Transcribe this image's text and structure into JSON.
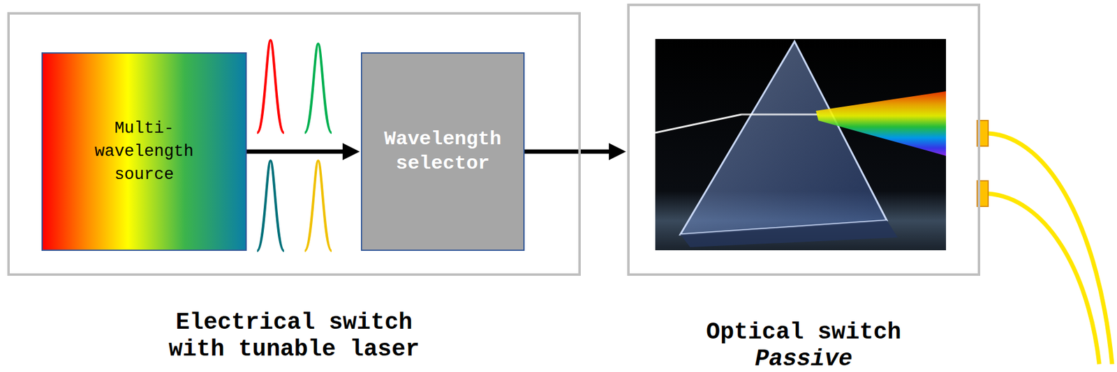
{
  "diagram": {
    "nodes": [
      {
        "text": [
          "Electrical switch with tunable laser"
        ]
      },
      {
        "text": [
          "Multi-wavelength source"
        ],
        "in": 0
      },
      {
        "text": [
          "Wavelength selector"
        ],
        "in": 0
      },
      {
        "text": [
          "Optical switch",
          "Passive"
        ]
      }
    ],
    "edges": [
      {
        "from": 1,
        "to": 2,
        "arrow": "to"
      },
      {
        "from": 2,
        "to": 3,
        "arrow": "to"
      }
    ]
  }
}
